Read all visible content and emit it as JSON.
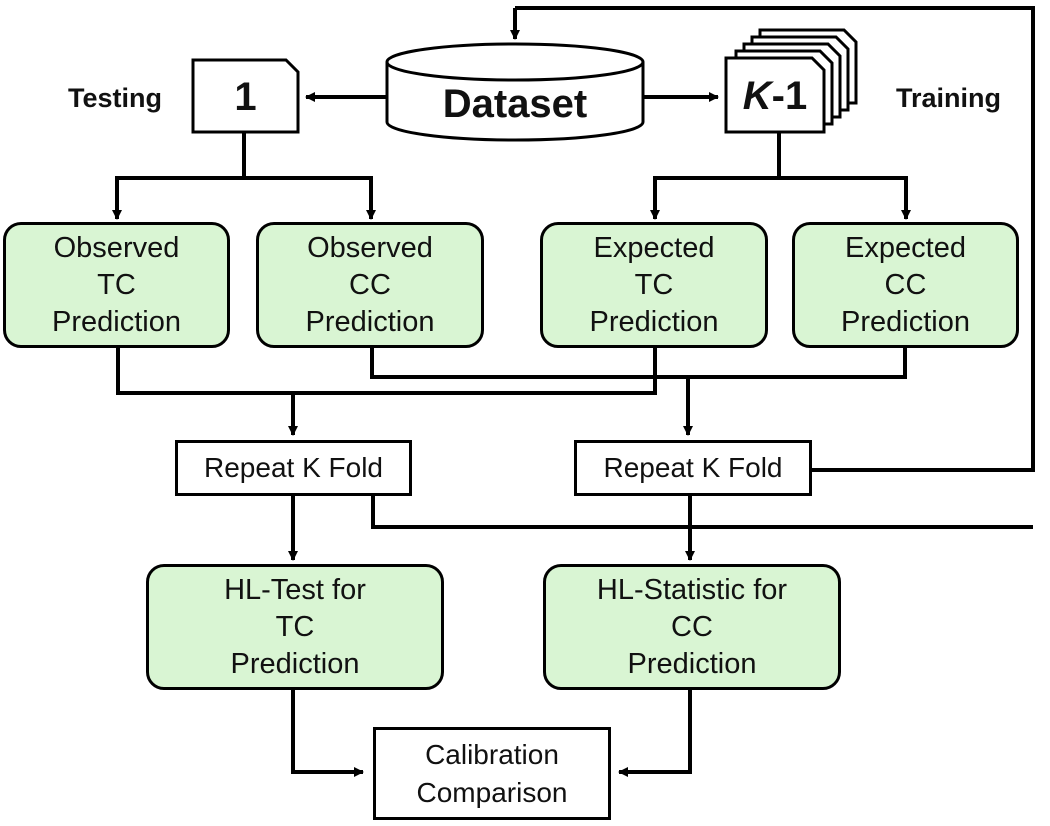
{
  "labels": {
    "testing": "Testing",
    "training": "Training",
    "test_fold": "1",
    "train_k": "K",
    "train_rest": "-1",
    "dataset": "Dataset"
  },
  "boxes": {
    "observed_tc": "Observed\nTC\nPrediction",
    "observed_cc": "Observed\nCC\nPrediction",
    "expected_tc": "Expected\nTC\nPrediction",
    "expected_cc": "Expected\nCC\nPrediction",
    "repeat_left": "Repeat K Fold",
    "repeat_right": "Repeat K Fold",
    "hl_test": "HL-Test for\nTC\nPrediction",
    "hl_stat": "HL-Statistic for\nCC\nPrediction",
    "calibration": "Calibration\nComparison"
  },
  "colors": {
    "box_fill": "#d9f5d3",
    "line": "#000000"
  }
}
